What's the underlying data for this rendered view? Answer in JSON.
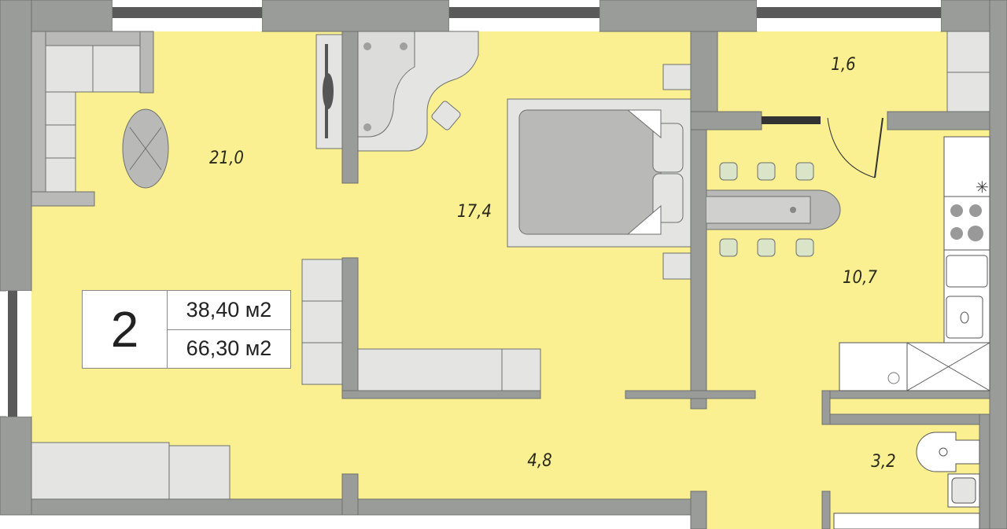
{
  "plan": {
    "rooms_count": "2",
    "living_area": "38,40 м2",
    "total_area": "66,30 м2",
    "room_areas": {
      "living_room": "21,0",
      "bedroom": "17,4",
      "storage": "1,6",
      "kitchen": "10,7",
      "hallway": "4,8",
      "bathroom": "3,2"
    }
  },
  "colors": {
    "floor": "#faf091",
    "wall": "#9a9c9a",
    "furniture": "#e4e5e3"
  }
}
